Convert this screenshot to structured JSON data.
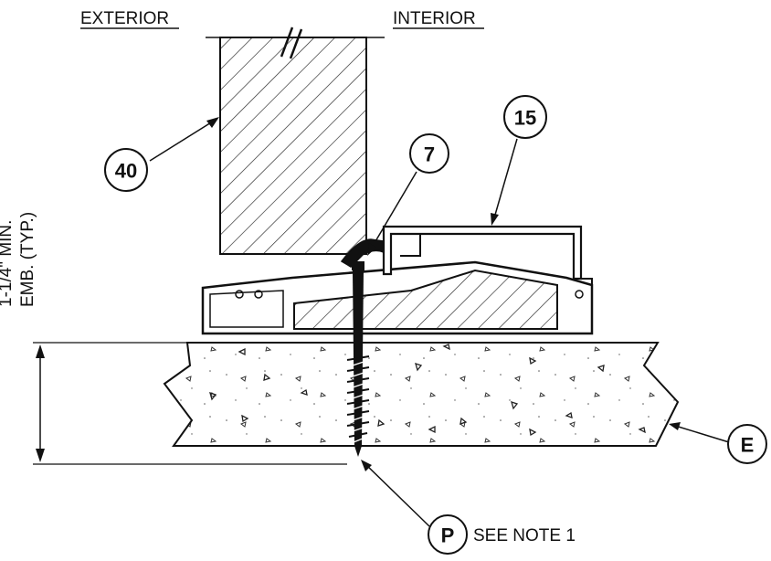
{
  "labels": {
    "exterior": "EXTERIOR",
    "interior": "INTERIOR",
    "embed_line1": "1-1/4\" MIN.",
    "embed_line2": "EMB. (TYP.)",
    "see_note": "SEE NOTE 1"
  },
  "callouts": {
    "door": "40",
    "weatherstrip": "7",
    "cover": "15",
    "substrate": "E",
    "fastener": "P"
  }
}
